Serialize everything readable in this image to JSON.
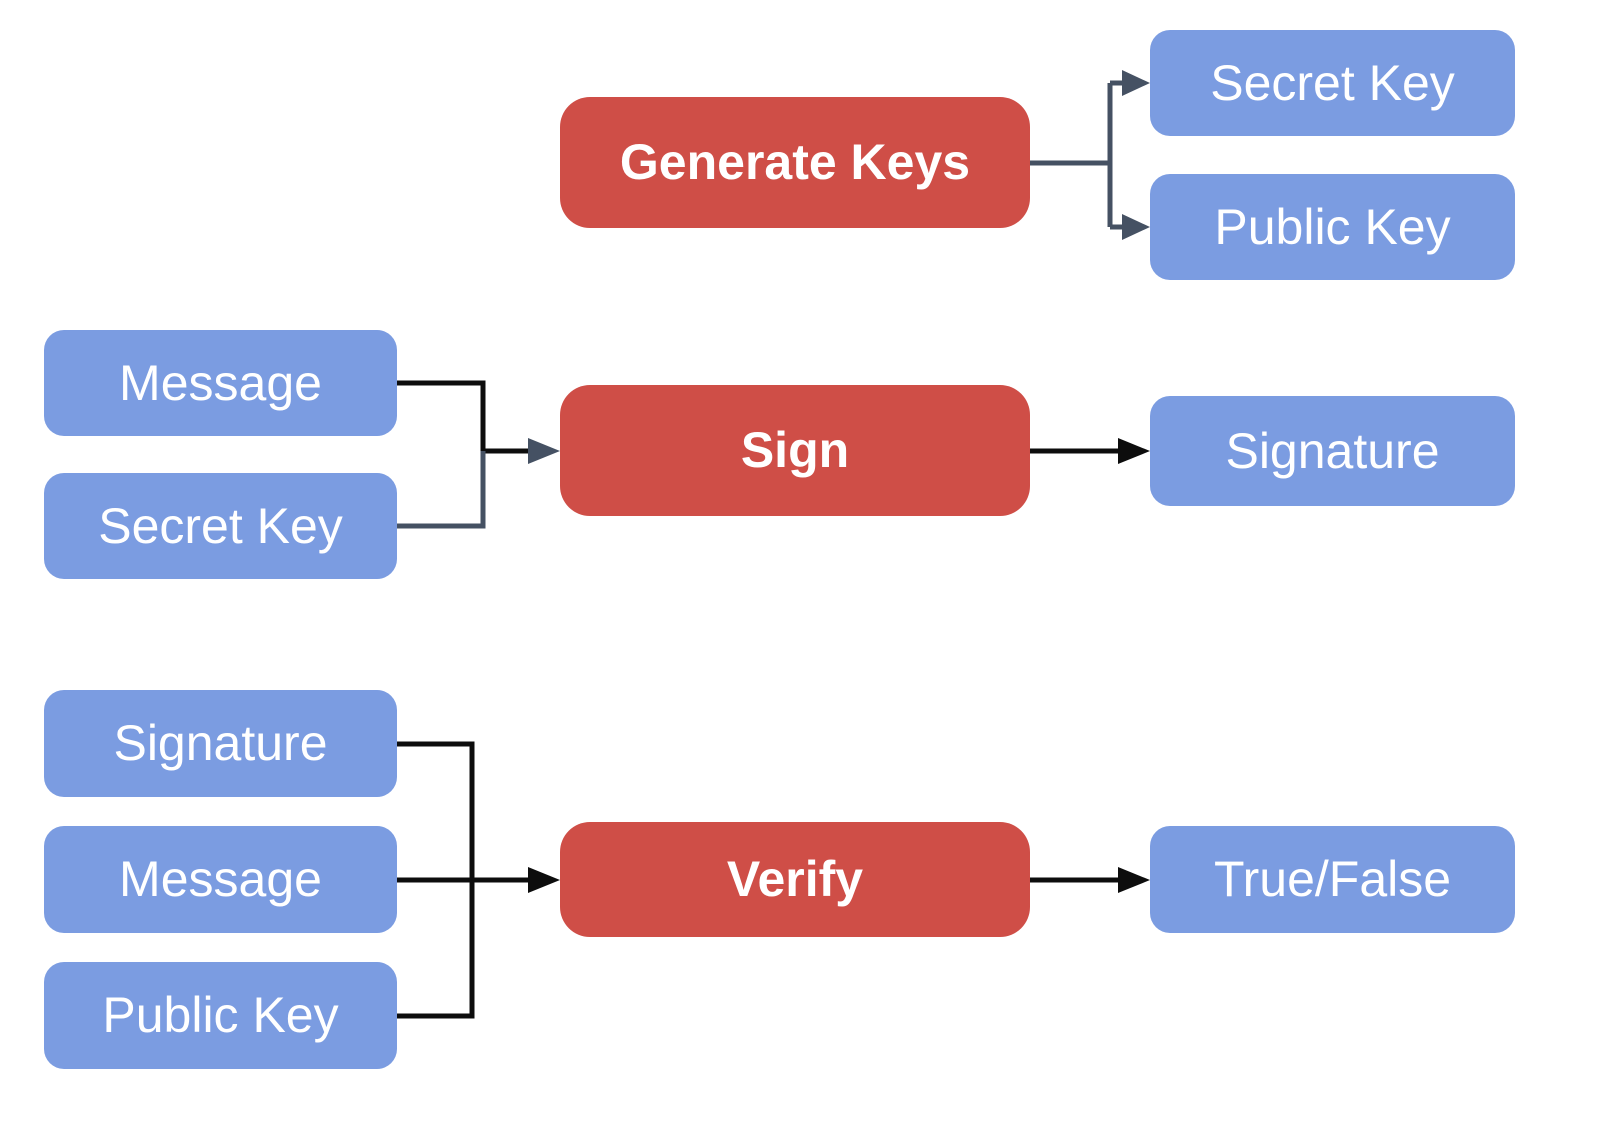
{
  "diagram": {
    "keygen": {
      "process": "Generate Keys",
      "outputs": [
        "Secret Key",
        "Public Key"
      ]
    },
    "sign": {
      "inputs": [
        "Message",
        "Secret Key"
      ],
      "process": "Sign",
      "output": "Signature"
    },
    "verify": {
      "inputs": [
        "Signature",
        "Message",
        "Public Key"
      ],
      "process": "Verify",
      "output": "True/False"
    },
    "colors": {
      "process_fill": "#CF4E47",
      "io_fill": "#7B9CE1",
      "label_text": "#FFFFFF",
      "connector_dark": "#0D0D0D",
      "connector_slate": "#455163"
    }
  }
}
